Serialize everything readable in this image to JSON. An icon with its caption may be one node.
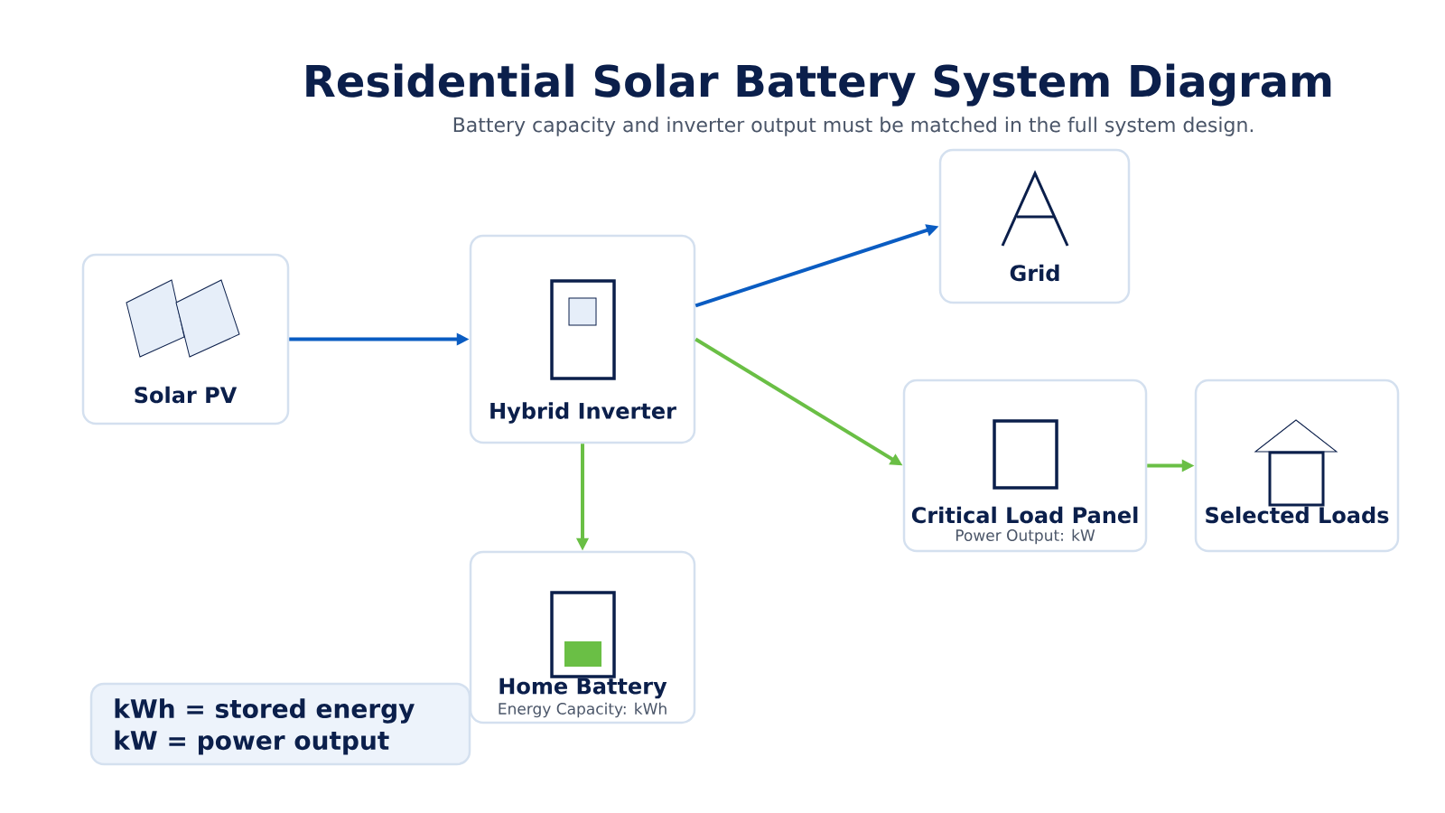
{
  "diagram": {
    "title": "Residential Solar Battery System Diagram",
    "nodes": [
      {
        "text": [
          "Solar PV"
        ]
      },
      {
        "text": [
          "Hybrid Inverter"
        ]
      },
      {
        "text": [
          "Grid"
        ]
      },
      {
        "text": [
          "Critical Load Panel",
          "Power Output: kW"
        ]
      },
      {
        "text": [
          "Selected Loads"
        ]
      },
      {
        "text": [
          "Home Battery",
          "Energy Capacity: kWh"
        ]
      },
      {
        "text": [
          "kWh = stored energy",
          "kW = power output"
        ]
      }
    ],
    "edges": [
      {
        "from": 0,
        "to": 1,
        "arrow": "to",
        "color": "#0a5cc2"
      },
      {
        "from": 1,
        "to": 2,
        "arrow": "to",
        "color": "#0a5cc2"
      },
      {
        "from": 1,
        "to": 3,
        "arrow": "to"
      },
      {
        "from": 3,
        "to": 4,
        "arrow": "to"
      },
      {
        "from": 1,
        "to": 5,
        "arrow": "to"
      }
    ],
    "labels": [
      "Battery capacity and inverter output must be matched in the full system design."
    ]
  }
}
